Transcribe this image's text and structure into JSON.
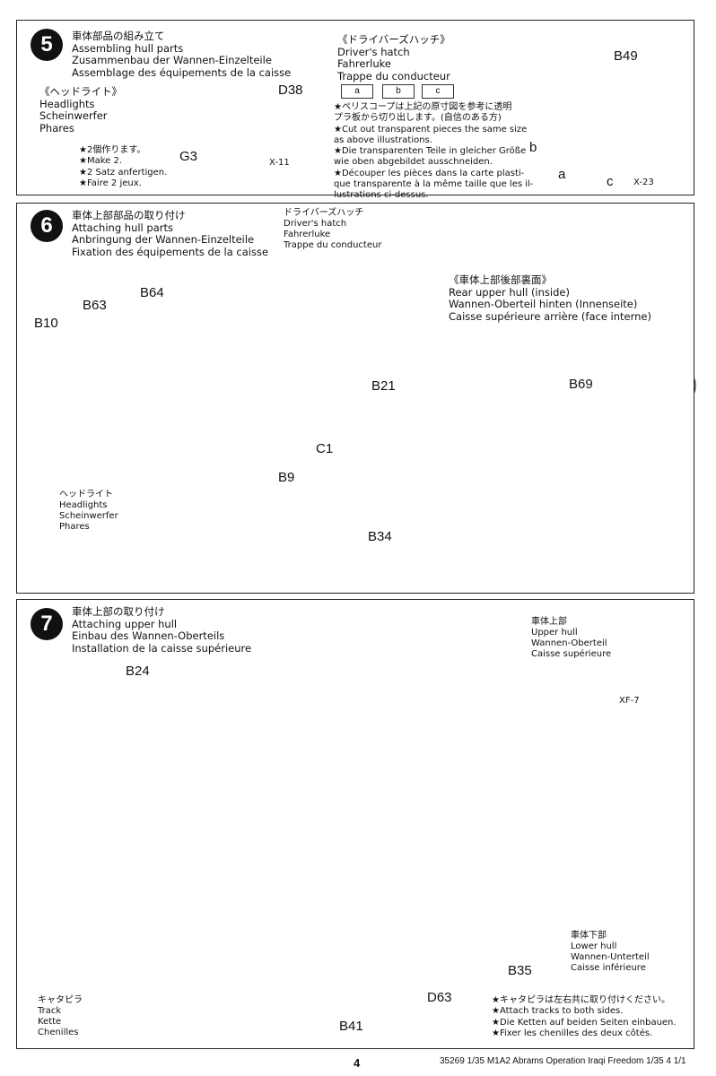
{
  "step5": {
    "number": "5",
    "title": [
      "車体部品の組み立て",
      "Assembling hull parts",
      "Zusammenbau der Wannen-Einzelteile",
      "Assemblage des équipements de la caisse"
    ],
    "headlights_title": [
      "《ヘッドライト》",
      "Headlights",
      "Scheinwerfer",
      "Phares"
    ],
    "parts": {
      "d38": "D38",
      "g3": "G3",
      "x11": "X-11"
    },
    "make2": [
      "★2個作ります。",
      "★Make 2.",
      "★2 Satz anfertigen.",
      "★Faire 2 jeux."
    ],
    "hatch_title": [
      "《ドライバーズハッチ》",
      "Driver's hatch",
      "Fahrerluke",
      "Trappe du conducteur"
    ],
    "boxes": [
      "a",
      "b",
      "c"
    ],
    "hatch_note": [
      "★ペリスコープは上記の原寸図を参考に透明",
      "プラ板から切り出します。(自信のある方)",
      "★Cut out transparent pieces the same size",
      "as above illustrations.",
      "★Die transparenten Teile in gleicher Größe",
      "wie oben abgebildet ausschneiden.",
      "★Découper les pièces dans la carte plasti-",
      "que transparente à la même taille que les il-",
      "lustrations ci-dessus."
    ],
    "hatch_parts": {
      "b49": "B49",
      "a": "a",
      "b": "b",
      "c": "c",
      "x23": "X-23"
    }
  },
  "step6": {
    "number": "6",
    "title": [
      "車体上部部品の取り付け",
      "Attaching hull parts",
      "Anbringung der Wannen-Einzelteile",
      "Fixation des équipements de la caisse"
    ],
    "hatch_callout": [
      "ドライバーズハッチ",
      "Driver's hatch",
      "Fahrerluke",
      "Trappe du conducteur"
    ],
    "parts": {
      "b64": "B64",
      "b63": "B63",
      "b10": "B10",
      "b21": "B21",
      "c1": "C1",
      "b9": "B9",
      "b69": "B69",
      "b34": "B34"
    },
    "headlights_callout": [
      "ヘッドライト",
      "Headlights",
      "Scheinwerfer",
      "Phares"
    ],
    "rear_title": [
      "《車体上部後部裏面》",
      "Rear upper hull (inside)",
      "Wannen-Oberteil hinten (Innenseite)",
      "Caisse supérieure arrière (face interne)"
    ]
  },
  "step7": {
    "number": "7",
    "title": [
      "車体上部の取り付け",
      "Attaching upper hull",
      "Einbau des Wannen-Oberteils",
      "Installation de la caisse supérieure"
    ],
    "parts": {
      "b24": "B24",
      "xf7": "XF-7",
      "b35": "B35",
      "d63": "D63",
      "b41": "B41"
    },
    "upper_hull": [
      "車体上部",
      "Upper hull",
      "Wannen-Oberteil",
      "Caisse supérieure"
    ],
    "lower_hull": [
      "車体下部",
      "Lower hull",
      "Wannen-Unterteil",
      "Caisse inférieure"
    ],
    "track": [
      "キャタピラ",
      "Track",
      "Kette",
      "Chenilles"
    ],
    "track_note": [
      "★キャタピラは左右共に取り付けください。",
      "★Attach tracks to both sides.",
      "★Die Ketten auf beiden Seiten einbauen.",
      "★Fixer les chenilles des deux côtés."
    ]
  },
  "footer": {
    "page": "4",
    "product": "35269  1/35 M1A2 Abrams Operation Iraqi Freedom 1/35 4 1/1"
  }
}
